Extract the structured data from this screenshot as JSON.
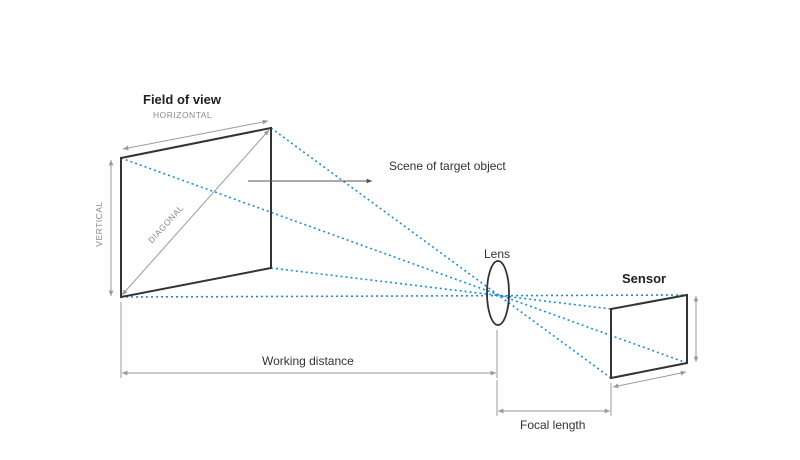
{
  "labels": {
    "field_of_view": "Field of view",
    "horizontal": "HORIZONTAL",
    "vertical": "VERTICAL",
    "diagonal": "DIAGONAL",
    "scene": "Scene of target object",
    "lens": "Lens",
    "sensor": "Sensor",
    "working_distance": "Working distance",
    "focal_length": "Focal length"
  },
  "colors": {
    "ray": "#1b8ed6",
    "frame": "#333333",
    "dimension": "#9a9a9a"
  }
}
